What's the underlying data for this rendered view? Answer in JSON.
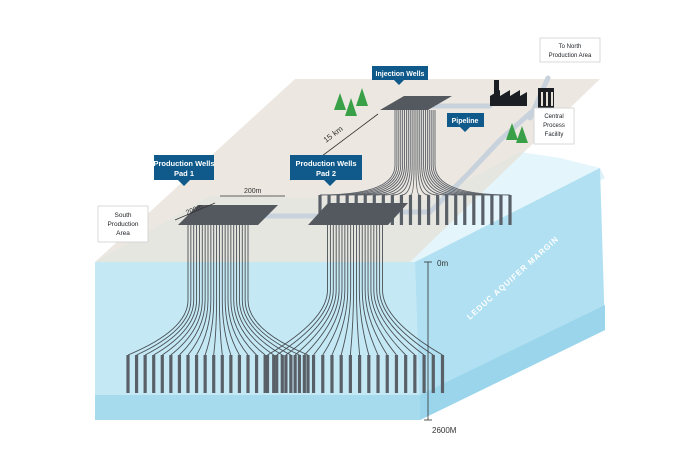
{
  "labels": {
    "production_pad1_line1": "Production Wells",
    "production_pad1_line2": "Pad 1",
    "production_pad2_line1": "Production Wells",
    "production_pad2_line2": "Pad 2",
    "injection_wells": "Injection Wells",
    "pipeline": "Pipeline",
    "to_north_line1": "To North",
    "to_north_line2": "Production Area",
    "cpf_line1": "Central",
    "cpf_line2": "Process",
    "cpf_line3": "Facility",
    "south_line1": "South",
    "south_line2": "Production",
    "south_line3": "Area",
    "aquifer": "LEDUC AQUIFER MARGIN"
  },
  "measurements": {
    "pad_width": "200m",
    "pad_spacing": "200m",
    "pad_to_injection": "15 km"
  },
  "depth": {
    "top": "0m",
    "bottom": "2600M"
  },
  "colors": {
    "label_box": "#0f5a8a",
    "surface": "#e9e4dc",
    "pad": "#54595f",
    "well_line": "#4a4f55",
    "aquifer_top": "#e3f4fa",
    "aquifer_front": "#bde6f3",
    "aquifer_side": "#a9dcef",
    "pipeline": "#c8d2dc",
    "tree": "#3aa048"
  }
}
